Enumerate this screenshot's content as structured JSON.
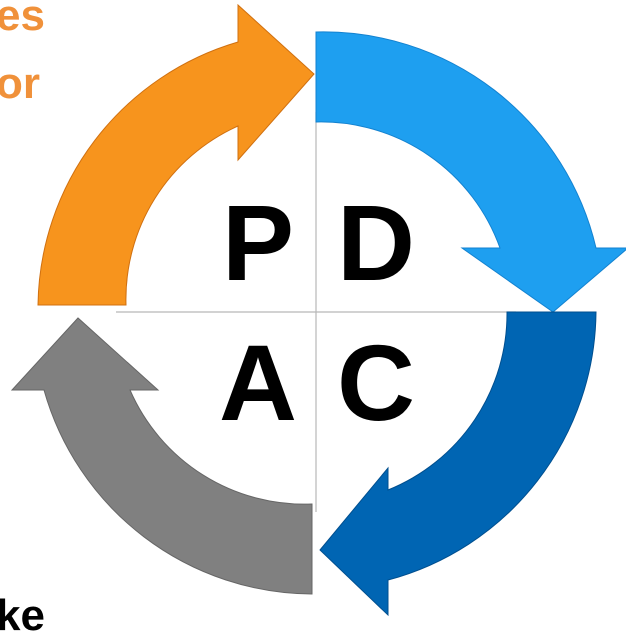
{
  "header_snippets": [
    {
      "text": "es"
    },
    {
      "text": "or"
    },
    {
      "text": "ke"
    }
  ],
  "cycle": {
    "quadrants": [
      {
        "letter": "P",
        "arrow_color": "#F7941D"
      },
      {
        "letter": "D",
        "arrow_color": "#1E9FF0"
      },
      {
        "letter": "C",
        "arrow_color": "#0065B3"
      },
      {
        "letter": "A",
        "arrow_color": "#808080"
      }
    ]
  },
  "colors": {
    "snippet_text": "#F0913A",
    "letter": "#000000",
    "divider": "#B8B8B8"
  }
}
